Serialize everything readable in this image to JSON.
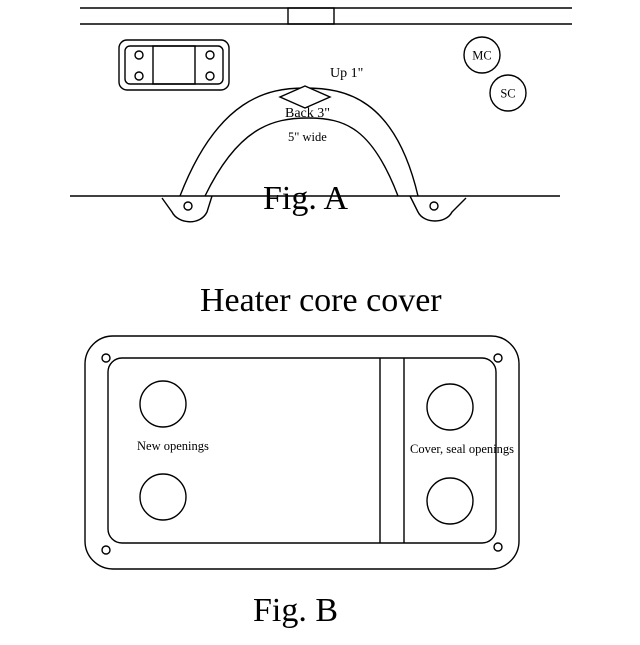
{
  "fig_a": {
    "label_up": "Up 1\"",
    "label_back": "Back  3\"",
    "label_wide": "5\" wide",
    "badge_mc": "MC",
    "badge_sc": "SC",
    "caption": "Fig. A"
  },
  "fig_b": {
    "title": "Heater core cover",
    "label_new": "New openings",
    "label_cover": "Cover, seal openings",
    "caption": "Fig. B"
  }
}
